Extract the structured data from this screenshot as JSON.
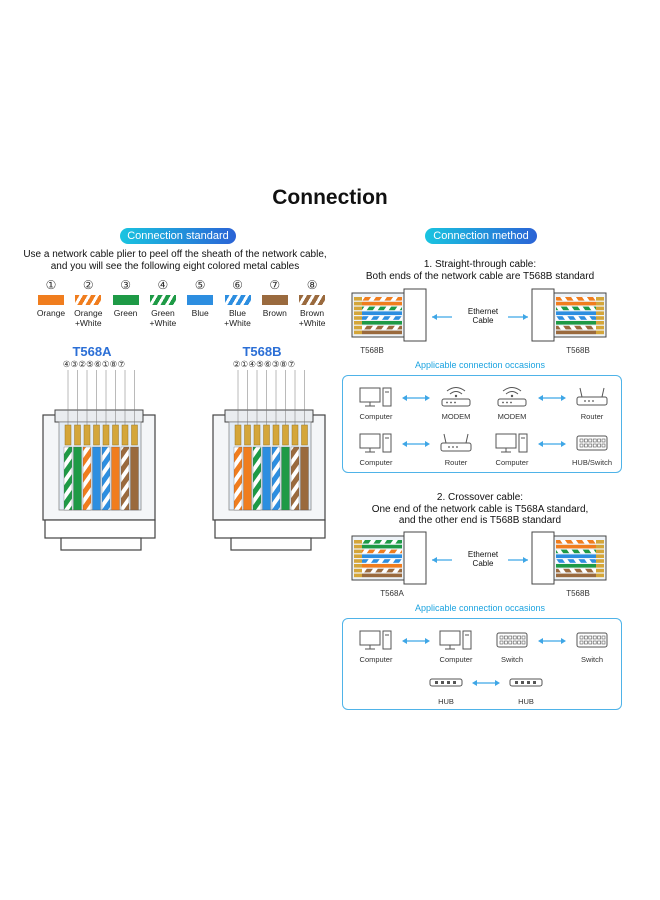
{
  "title": "Connection",
  "left": {
    "pill": "Connection standard",
    "intro_line1": "Use a network cable plier to peel off the sheath of the network cable,",
    "intro_line2": "and you will see the following eight colored metal cables",
    "swatches": [
      {
        "num": "①",
        "line1": "Orange",
        "line2": "",
        "color": "#f07d1e",
        "striped": false
      },
      {
        "num": "②",
        "line1": "Orange",
        "line2": "+White",
        "color": "#f07d1e",
        "striped": true
      },
      {
        "num": "③",
        "line1": "Green",
        "line2": "",
        "color": "#1e9a46",
        "striped": false
      },
      {
        "num": "④",
        "line1": "Green",
        "line2": "+White",
        "color": "#1e9a46",
        "striped": true
      },
      {
        "num": "⑤",
        "line1": "Blue",
        "line2": "",
        "color": "#2d8ee0",
        "striped": false
      },
      {
        "num": "⑥",
        "line1": "Blue",
        "line2": "+White",
        "color": "#2d8ee0",
        "striped": true
      },
      {
        "num": "⑦",
        "line1": "Brown",
        "line2": "",
        "color": "#9a6a3e",
        "striped": false
      },
      {
        "num": "⑧",
        "line1": "Brown",
        "line2": "+White",
        "color": "#9a6a3e",
        "striped": true
      }
    ],
    "t568a_title": "T568A",
    "t568a_seq": "④③②⑤⑥①⑧⑦",
    "t568b_title": "T568B",
    "t568b_seq": "②①④⑤⑥③⑧⑦"
  },
  "right": {
    "pill": "Connection method",
    "straight": {
      "line1": "1. Straight-through cable:",
      "line2": "Both ends of the network cable are T568B standard",
      "cable_line1": "Ethernet",
      "cable_line2": "Cable",
      "left_label": "T568B",
      "right_label": "T568B",
      "occasions": "Applicable connection occasions",
      "pairs": [
        {
          "a": "Computer",
          "b": "MODEM"
        },
        {
          "a": "MODEM",
          "b": "Router"
        },
        {
          "a": "Computer",
          "b": "Router"
        },
        {
          "a": "Computer",
          "b": "HUB/Switch"
        }
      ]
    },
    "crossover": {
      "line1": "2. Crossover cable:",
      "line2": "One end of the network cable is T568A standard,",
      "line3": "and the other end is T568B standard",
      "cable_line1": "Ethernet",
      "cable_line2": "Cable",
      "left_label": "T568A",
      "right_label": "T568B",
      "occasions": "Applicable connection occasions",
      "pairs": [
        {
          "a": "Computer",
          "b": "Computer"
        },
        {
          "a": "Switch",
          "b": "Switch"
        },
        {
          "a": "HUB",
          "b": "HUB"
        }
      ]
    }
  },
  "colors": {
    "accent_start": "#19c4e0",
    "accent_end": "#2b63d6",
    "box": "#4fb3e8",
    "arrow": "#3ea6e6"
  }
}
